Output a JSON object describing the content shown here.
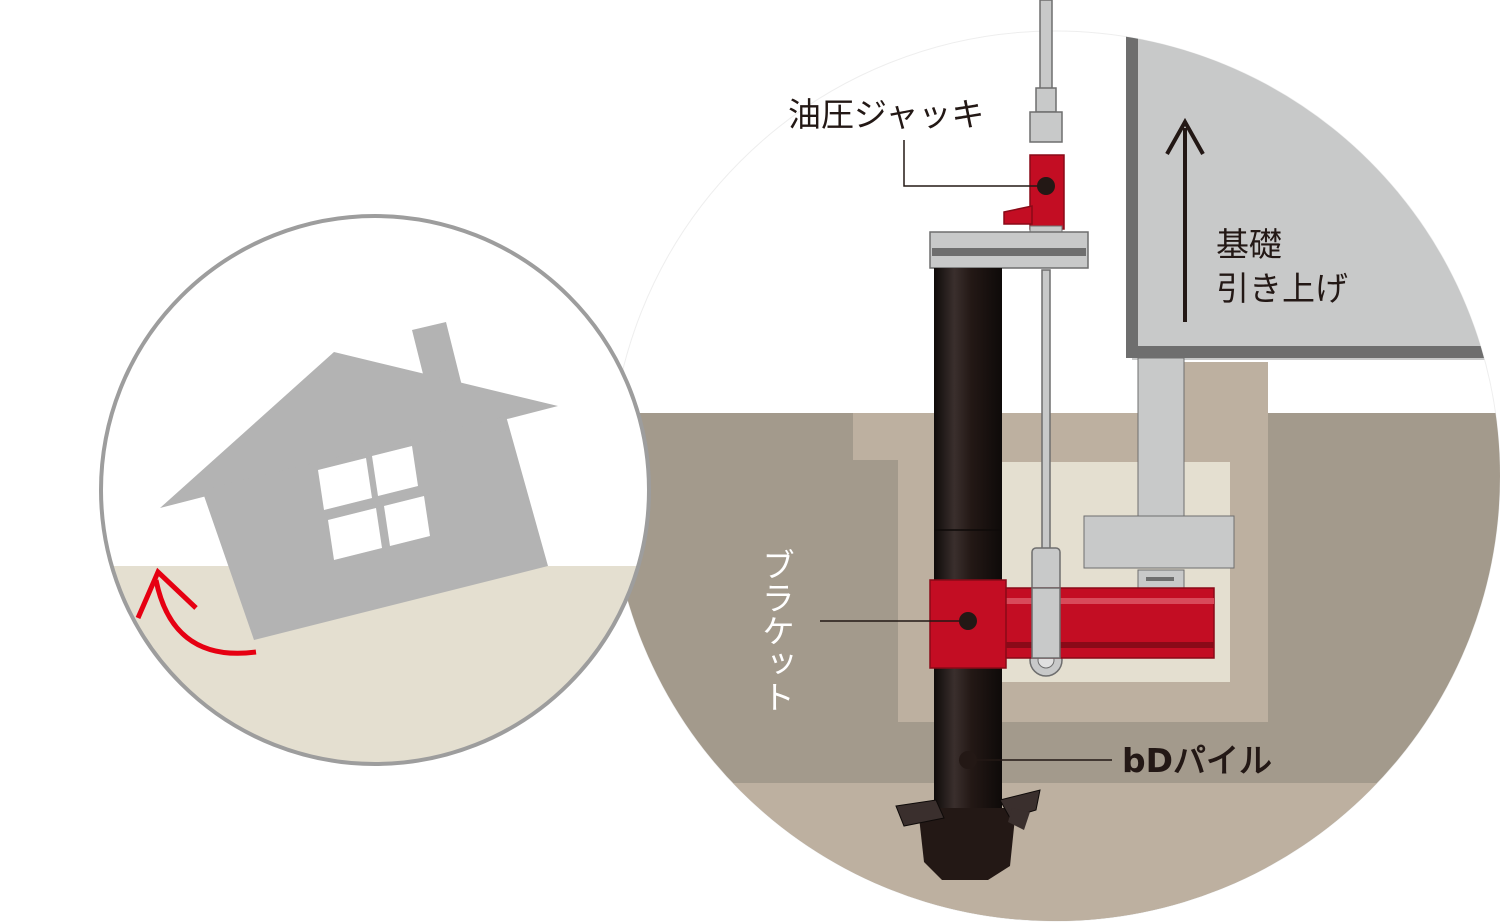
{
  "labels": {
    "jack": "油圧ジャッキ",
    "lift_line1": "基礎",
    "lift_line2": "引き上げ",
    "bracket": "ブラケット",
    "pile": "bDパイル"
  },
  "colors": {
    "soil_dark": "#a39a8c",
    "soil_light": "#bdb0a0",
    "sand": "#e4dfd0",
    "foundation": "#c8c9c9",
    "foundation_edge": "#6e6e6e",
    "pile": "#231815",
    "accent_red": "#c30d23",
    "house": "#b3b3b3",
    "circle_border": "#9d9d9d"
  },
  "icons": [
    "house-icon",
    "rotate-arrow-icon",
    "up-arrow-icon"
  ]
}
